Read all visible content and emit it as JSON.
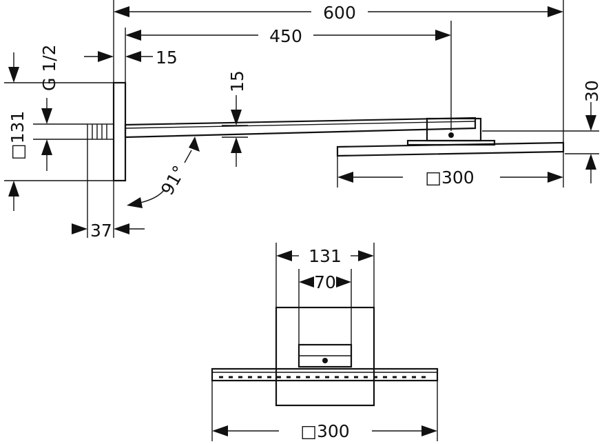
{
  "dimensions": {
    "total_length": "600",
    "arm_length": "450",
    "wall_plate_thickness": "15",
    "arm_thickness": "15",
    "connection_thread": "G 1/2",
    "wall_plate_size": "□131",
    "projection": "37",
    "head_height": "30",
    "head_size_side": "□300",
    "angle": "91°",
    "plate_width_front": "131",
    "connector_width_front": "70",
    "head_size_front": "□300"
  }
}
